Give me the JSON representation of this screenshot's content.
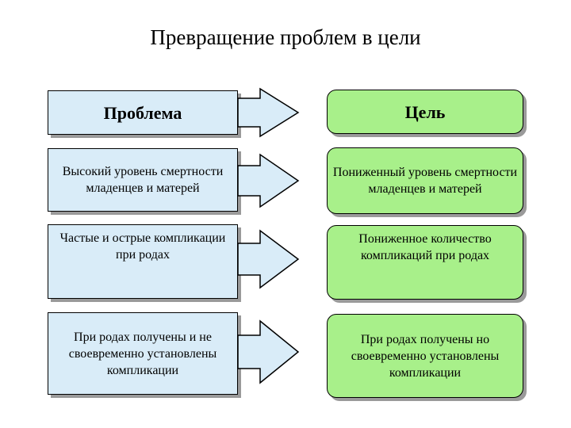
{
  "title": "Превращение проблем в цели",
  "colors": {
    "problem_fill": "#d9ecf8",
    "goal_fill": "#a8f08a",
    "arrow_fill": "#d9ecf8",
    "border": "#000000",
    "shadow": "#9a9a9a"
  },
  "headers": {
    "problem": "Проблема",
    "goal": "Цель"
  },
  "rows": [
    {
      "problem": "Высокий уровень смертности младенцев и матерей",
      "goal": "Пониженный уровень смертности младенцев и матерей"
    },
    {
      "problem": "Частые и острые компликации при родах",
      "goal": "Пониженное количество компликаций при родах"
    },
    {
      "problem": "При родах получены и не своевременно установлены компликации",
      "goal": "При родах получены но своевременно установлены компликации"
    }
  ]
}
